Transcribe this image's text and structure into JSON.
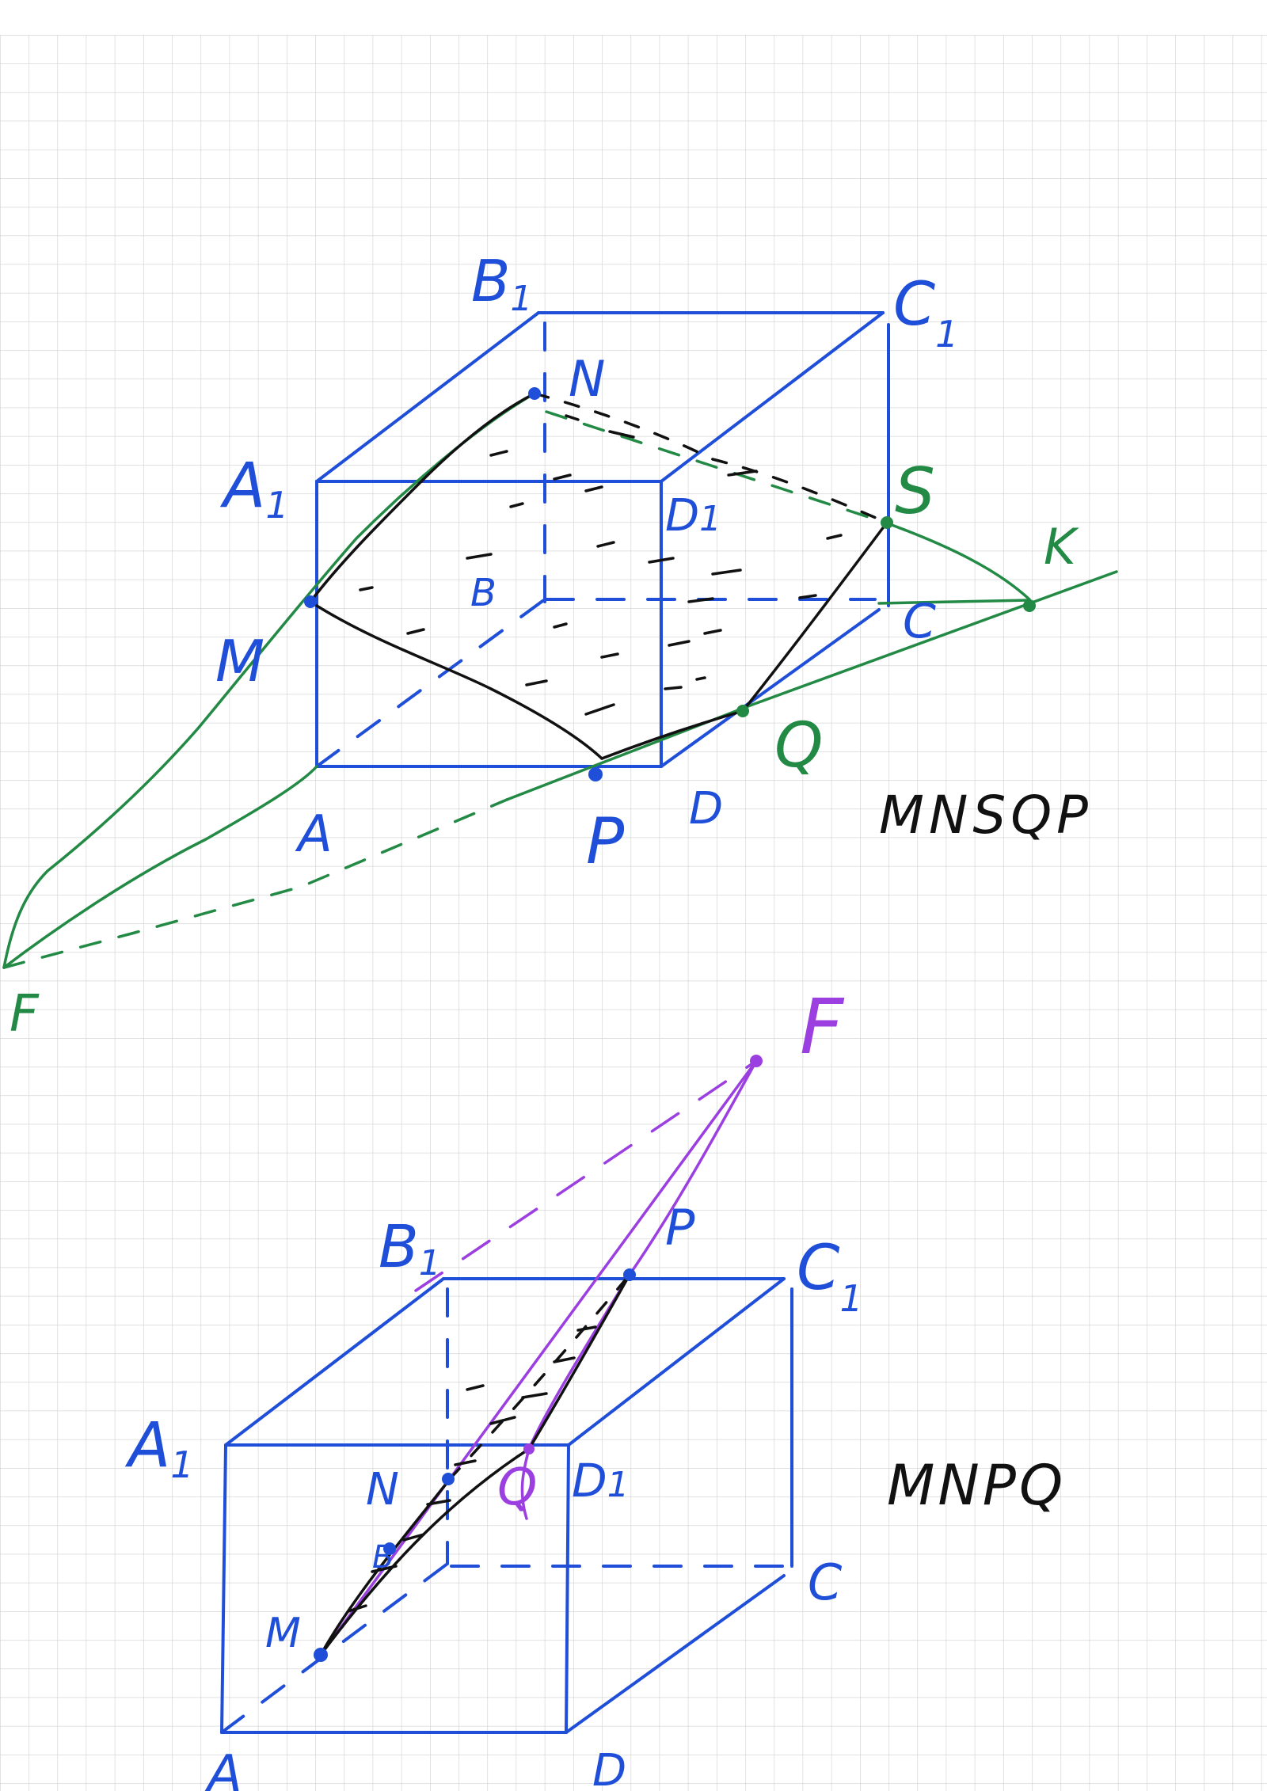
{
  "colors": {
    "cube": "#1f4fd8",
    "section": "#111111",
    "construction_top": "#238a45",
    "construction_bottom": "#9b3fe0",
    "grid": "#cfcfcf"
  },
  "top_figure": {
    "vertex_labels": {
      "A1": "A",
      "A1_sub": "1",
      "B1": "B",
      "B1_sub": "1",
      "C1": "C",
      "C1_sub": "1",
      "D1": "D",
      "D1_sub": "1",
      "A": "A",
      "B": "B",
      "C": "C",
      "D": "D"
    },
    "point_labels": {
      "M": "M",
      "N": "N",
      "S": "S",
      "K": "K",
      "Q": "Q",
      "P": "P",
      "F": "F"
    },
    "section_name": "MNSQP"
  },
  "bottom_figure": {
    "vertex_labels": {
      "A1": "A",
      "A1_sub": "1",
      "B1": "B",
      "B1_sub": "1",
      "C1": "C",
      "C1_sub": "1",
      "D1": "D",
      "D1_sub": "1",
      "A": "A",
      "B": "B",
      "C": "C",
      "D": "D"
    },
    "point_labels": {
      "M": "M",
      "N": "N",
      "P": "P",
      "Q": "Q",
      "F": "F"
    },
    "section_name": "MNPQ"
  }
}
